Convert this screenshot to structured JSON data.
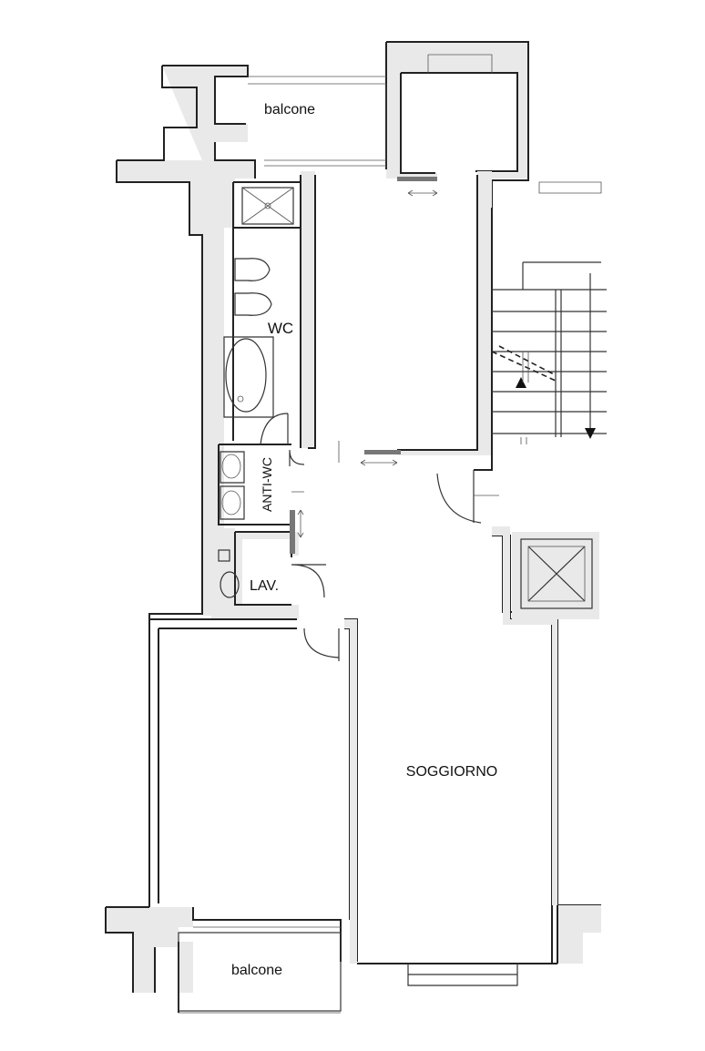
{
  "labels": {
    "balcone_top": "balcone",
    "wc": "WC",
    "anti_wc": "ANTI-WC",
    "lav": "LAV.",
    "soggiorno": "SOGGIORNO",
    "balcone_bottom": "balcone"
  },
  "colors": {
    "wall_fill": "#e9e9e9",
    "line": "#222222",
    "background": "#ffffff"
  }
}
